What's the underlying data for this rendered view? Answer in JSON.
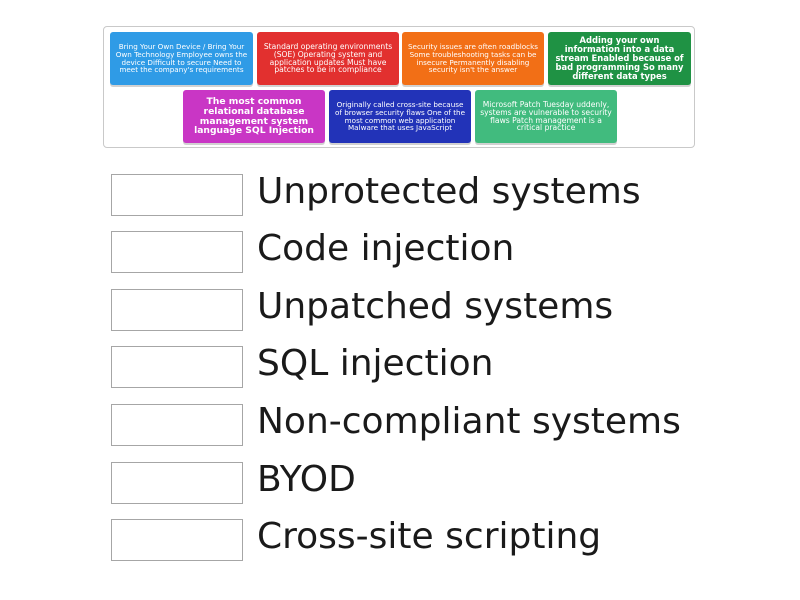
{
  "tiles": [
    {
      "text": "Bring Your Own Device / Bring Your Own Technology Employee owns the device Difficult to secure Need to meet the company's requirements",
      "color": "#2f9be6"
    },
    {
      "text": "Standard operating environments (SOE) Operating system and application updates Must have patches to be in compliance",
      "color": "#e2302f"
    },
    {
      "text": "Security issues are often roadblocks Some troubleshooting tasks can be insecure Permanently disabling security isn't the answer",
      "color": "#f26f16"
    },
    {
      "text": "Adding your own information into a data stream Enabled because of bad programming So many different data types",
      "color": "#1f9244"
    },
    {
      "text": "The most common relational database management system language SQL Injection",
      "color": "#c936c5"
    },
    {
      "text": "Originally called cross-site because of browser security flaws One of the most common web application Malware that uses JavaScript",
      "color": "#2233b8"
    },
    {
      "text": "Microsoft Patch Tuesday uddenly, systems are vulnerable to security flaws Patch management is a critical practice",
      "color": "#41bb7e"
    }
  ],
  "targets": [
    {
      "label": "Unprotected systems"
    },
    {
      "label": "Code injection"
    },
    {
      "label": "Unpatched systems"
    },
    {
      "label": "SQL injection"
    },
    {
      "label": "Non-compliant systems"
    },
    {
      "label": "BYOD"
    },
    {
      "label": "Cross-site scripting"
    }
  ]
}
